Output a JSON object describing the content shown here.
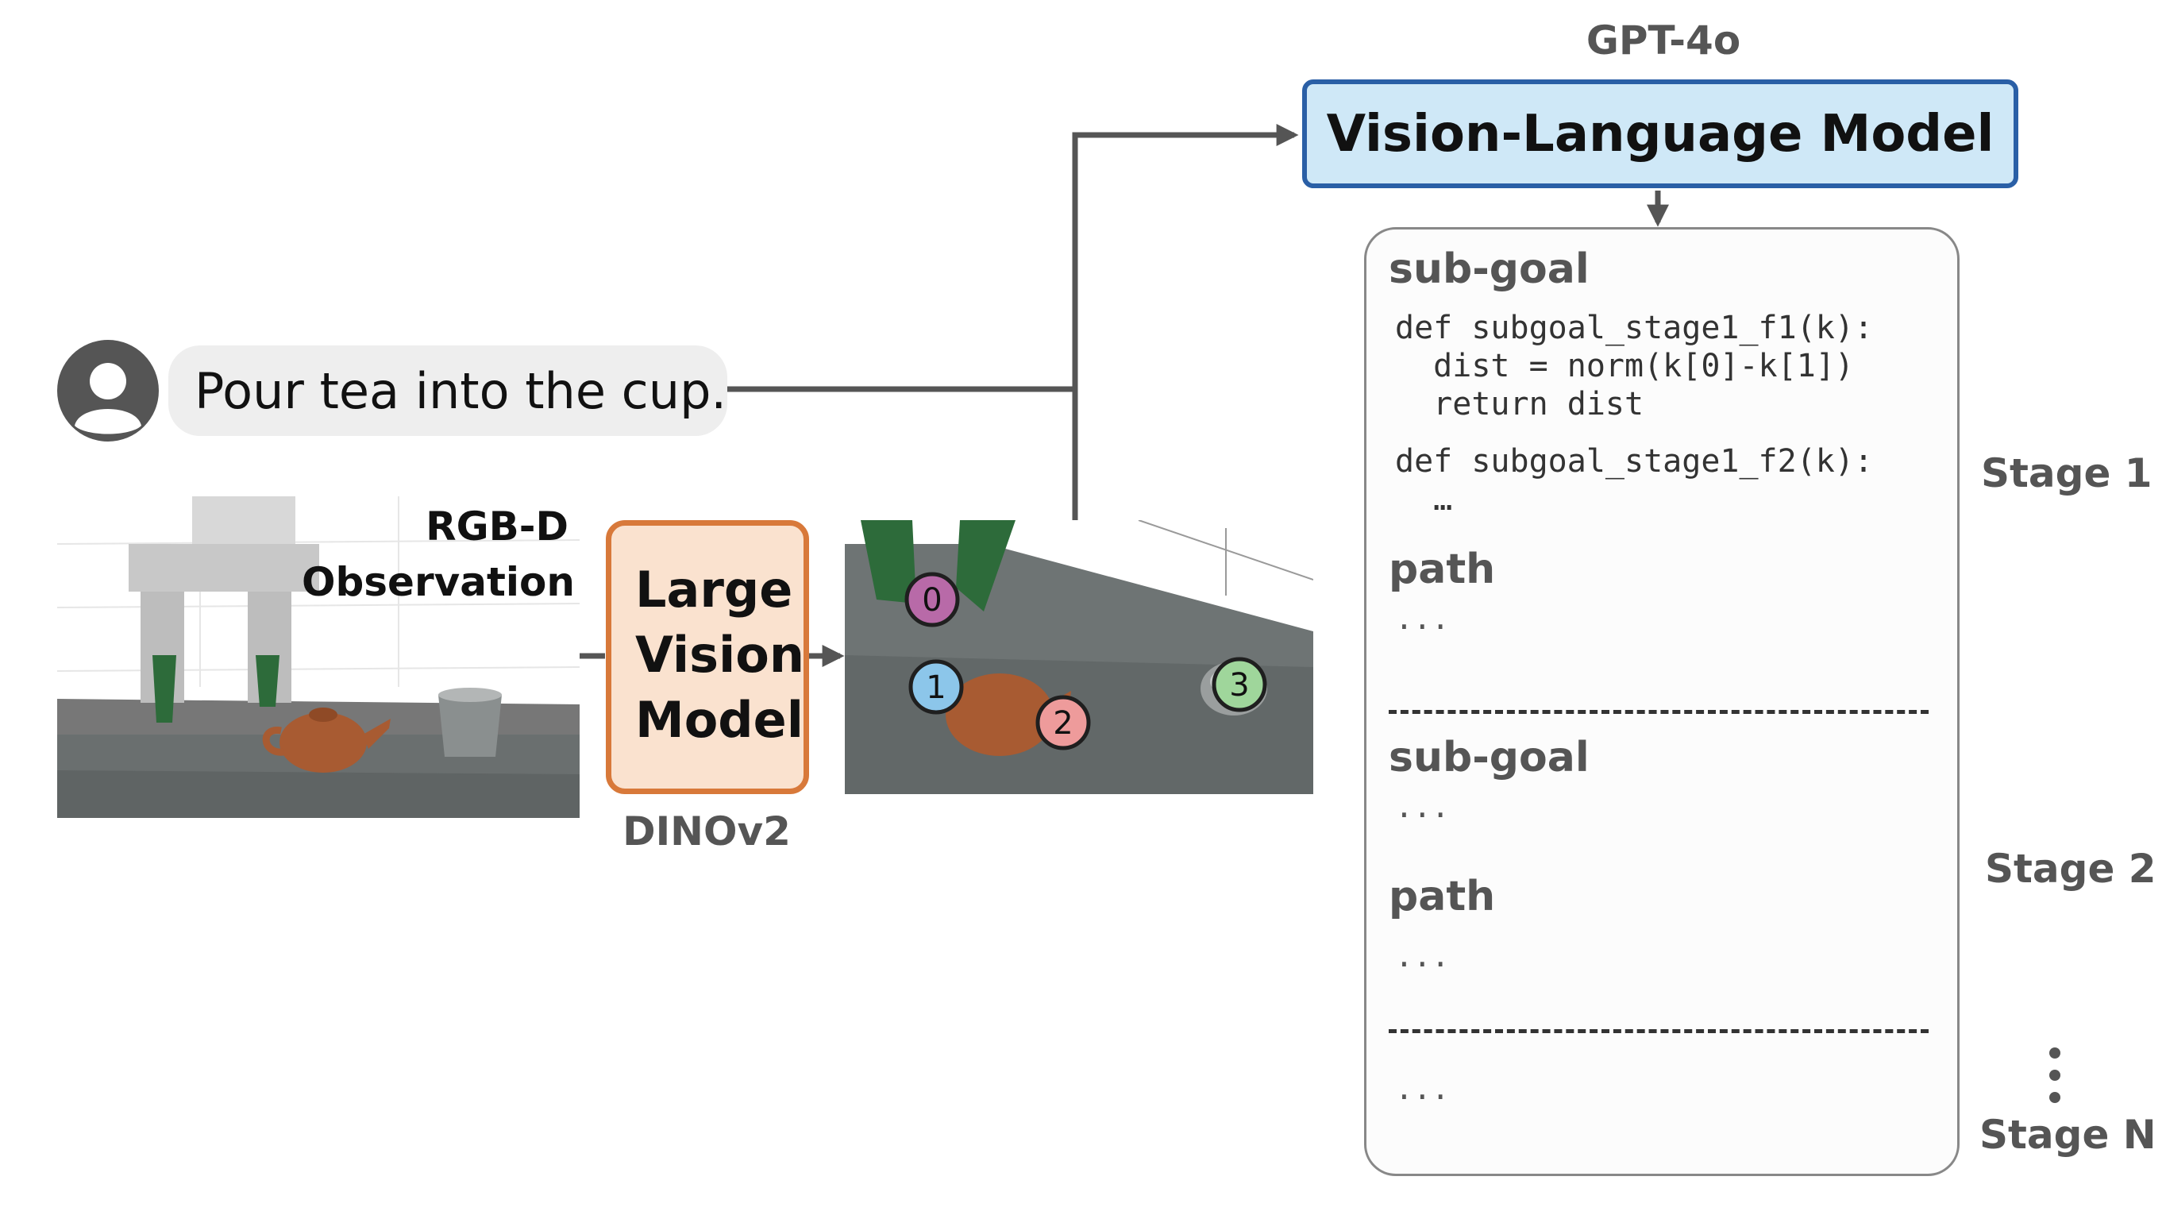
{
  "vlm": {
    "provider": "GPT-4o",
    "title": "Vision-Language Model"
  },
  "instruction": {
    "text": "Pour tea into the cup."
  },
  "observation": {
    "label_line1": "RGB-D",
    "label_line2": "Observation"
  },
  "large_vision_model": {
    "line1": "Large",
    "line2": "Vision",
    "line3": "Model",
    "backbone": "DINOv2"
  },
  "keypoints": [
    {
      "label": "0",
      "color": "#b86aa8"
    },
    {
      "label": "1",
      "color": "#8cc6ea"
    },
    {
      "label": "2",
      "color": "#ee9b9b"
    },
    {
      "label": "3",
      "color": "#9fd69b"
    }
  ],
  "plan": {
    "stage1": {
      "subgoal_header": "sub-goal",
      "code": [
        "def subgoal_stage1_f1(k):",
        "  dist = norm(k[0]-k[1])",
        "  return dist",
        "def subgoal_stage1_f2(k):",
        "  …"
      ],
      "path_header": "path",
      "path_ellipsis": "..."
    },
    "stage2": {
      "subgoal_header": "sub-goal",
      "subgoal_ellipsis": "...",
      "path_header": "path",
      "path_ellipsis": "..."
    },
    "final_ellipsis": "..."
  },
  "stages": {
    "stage1": "Stage 1",
    "stage2": "Stage 2",
    "stageN": "Stage N"
  }
}
